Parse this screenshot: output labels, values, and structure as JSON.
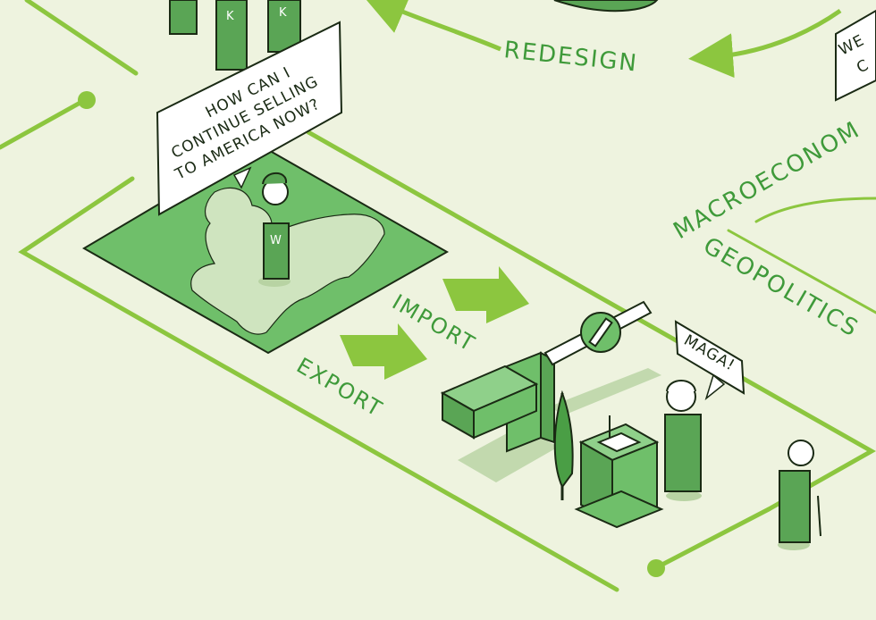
{
  "colors": {
    "background": "#eef3df",
    "path_line": "#8cc63f",
    "label_green": "#3f9a3a",
    "figure_green": "#5aa555",
    "dark_outline": "#1a2a14",
    "map_dark": "#6fbf6a",
    "map_light": "#cfe4bf"
  },
  "labels": {
    "redesign": "REDESIGN",
    "import": "IMPORT",
    "export": "EXPORT",
    "macroeconomics": "MACROECONOM",
    "geopolitics": "GEOPOLITICS"
  },
  "bubbles": {
    "question": [
      "HOW CAN I",
      "CONTINUE SELLING",
      "TO AMERICA NOW?"
    ],
    "maga": "MAGA!",
    "we_partial": [
      "WE",
      "C"
    ]
  },
  "shirt_letters": {
    "seller": "W",
    "figure_a": "K",
    "figure_b": "K"
  },
  "icons": {
    "barrier": "no-entry-barrier-icon",
    "import_arrow": "arrow-up-left-icon",
    "export_arrow": "arrow-down-right-icon"
  }
}
